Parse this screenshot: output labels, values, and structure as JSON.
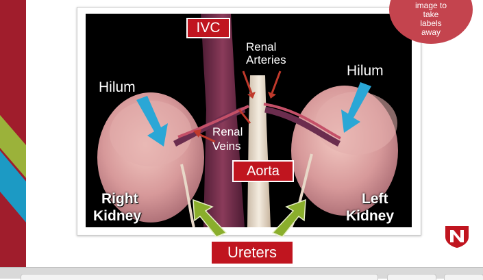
{
  "labels": {
    "ivc": "IVC",
    "renal_arteries_line1": "Renal",
    "renal_arteries_line2": "Arteries",
    "hilum_left": "Hilum",
    "hilum_right": "Hilum",
    "renal_veins_line1": "Renal",
    "renal_veins_line2": "Veins",
    "aorta": "Aorta",
    "right_kidney_line1": "Right",
    "right_kidney_line2": "Kidney",
    "left_kidney_line1": "Left",
    "left_kidney_line2": "Kidney",
    "ureters": "Ureters"
  },
  "bubble": {
    "line1": "image to",
    "line2": "take",
    "line3": "labels",
    "line4": "away"
  },
  "colors": {
    "brand_red": "#a01d2c",
    "label_box_red": "#c0151f",
    "arrow_blue": "#2aa7d6",
    "arrow_green": "#8aae2c",
    "arrow_red": "#c0392b",
    "bubble": "#c4444e"
  },
  "icons": {
    "logo": "university-n-logo",
    "blue_arrow": "arrow-icon",
    "green_arrow": "arrow-icon",
    "red_arrow": "arrow-icon"
  }
}
